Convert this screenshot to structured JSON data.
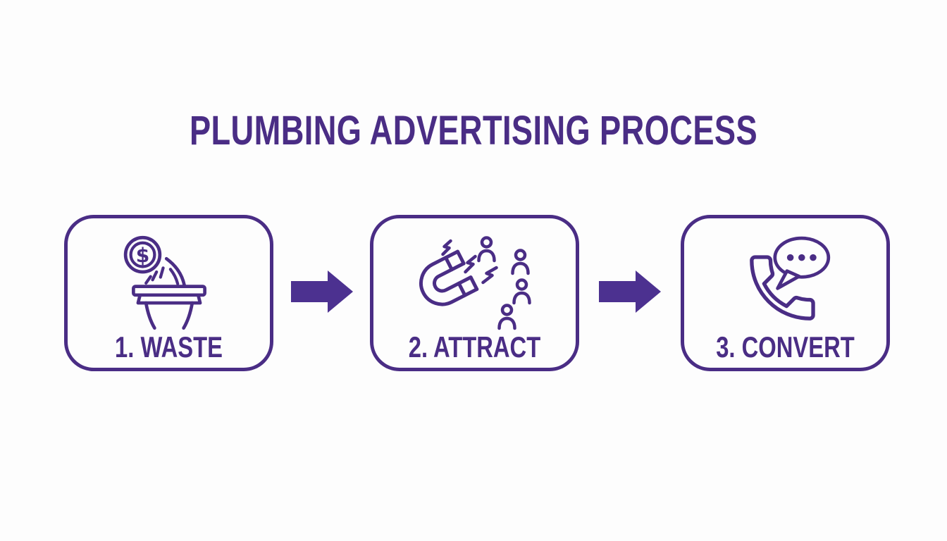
{
  "title": "PLUMBING ADVERTISING PROCESS",
  "colors": {
    "primary": "#4a2d85",
    "arrow_fill": "#4c3190",
    "background": "#fdfdfd"
  },
  "steps": [
    {
      "number": "1",
      "label": "1. WASTE",
      "icon": "money-down-drain-icon",
      "coin_symbol": "$"
    },
    {
      "number": "2",
      "label": "2. ATTRACT",
      "icon": "magnet-attracting-leads-icon"
    },
    {
      "number": "3",
      "label": "3. CONVERT",
      "icon": "phone-call-conversation-icon"
    }
  ],
  "connectors": [
    {
      "icon": "arrow-right-icon"
    },
    {
      "icon": "arrow-right-icon"
    }
  ]
}
